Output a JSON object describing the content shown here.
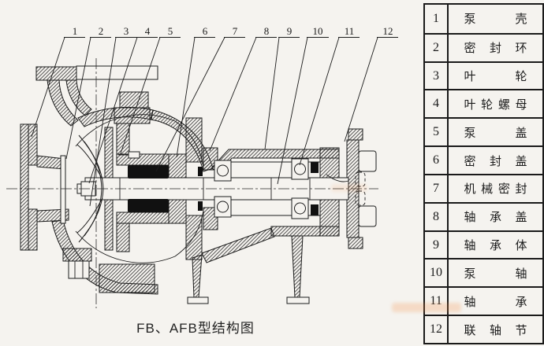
{
  "figure": {
    "caption": "FB、AFB型结构图",
    "callouts": [
      "1",
      "2",
      "3",
      "4",
      "5",
      "6",
      "7",
      "8",
      "9",
      "10",
      "11",
      "12"
    ]
  },
  "parts_table": {
    "rows": [
      {
        "no": "1",
        "name": "泵壳"
      },
      {
        "no": "2",
        "name": "密封环"
      },
      {
        "no": "3",
        "name": "叶轮"
      },
      {
        "no": "4",
        "name": "叶轮螺母"
      },
      {
        "no": "5",
        "name": "泵盖"
      },
      {
        "no": "6",
        "name": "密封盖"
      },
      {
        "no": "7",
        "name": "机械密封"
      },
      {
        "no": "8",
        "name": "轴承盖"
      },
      {
        "no": "9",
        "name": "轴承体"
      },
      {
        "no": "10",
        "name": "泵轴"
      },
      {
        "no": "11",
        "name": "轴承"
      },
      {
        "no": "12",
        "name": "联轴节"
      }
    ]
  },
  "colors": {
    "paper": "#f5f3ef",
    "ink": "#1c1c1c"
  }
}
